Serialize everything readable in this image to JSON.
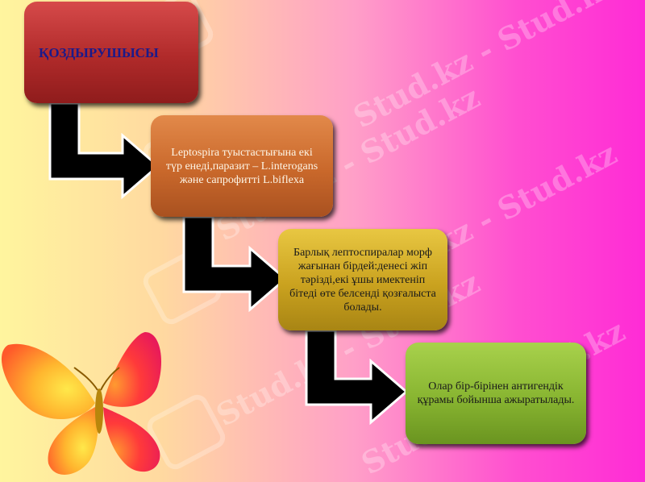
{
  "watermark": {
    "text": "Stud.kz - Stud.kz"
  },
  "diagram": {
    "steps": [
      {
        "text": "ҚОЗДЫРУШЫСЫ"
      },
      {
        "text": "Leptospira туыстастығына екі түр енеді,паразит – L.interogans және сапрофитті L.biflexa"
      },
      {
        "text": "Барлық лептоспиралар морф жағынан бірдей:денесі жіп тәрізді,екі ұшы имектеніп бітеді өте белсенді қозғалыста болады."
      },
      {
        "text": "Олар бір-бірінен антигендік құрамы бойынша ажыратылады."
      }
    ]
  },
  "colors": {
    "step1": "#b02a2a",
    "step2": "#c9682b",
    "step3": "#caa21f",
    "step4": "#88b531",
    "arrow": "#000000"
  },
  "icons": {
    "decoration": "butterfly-icon",
    "connector": "bent-arrow-icon"
  }
}
